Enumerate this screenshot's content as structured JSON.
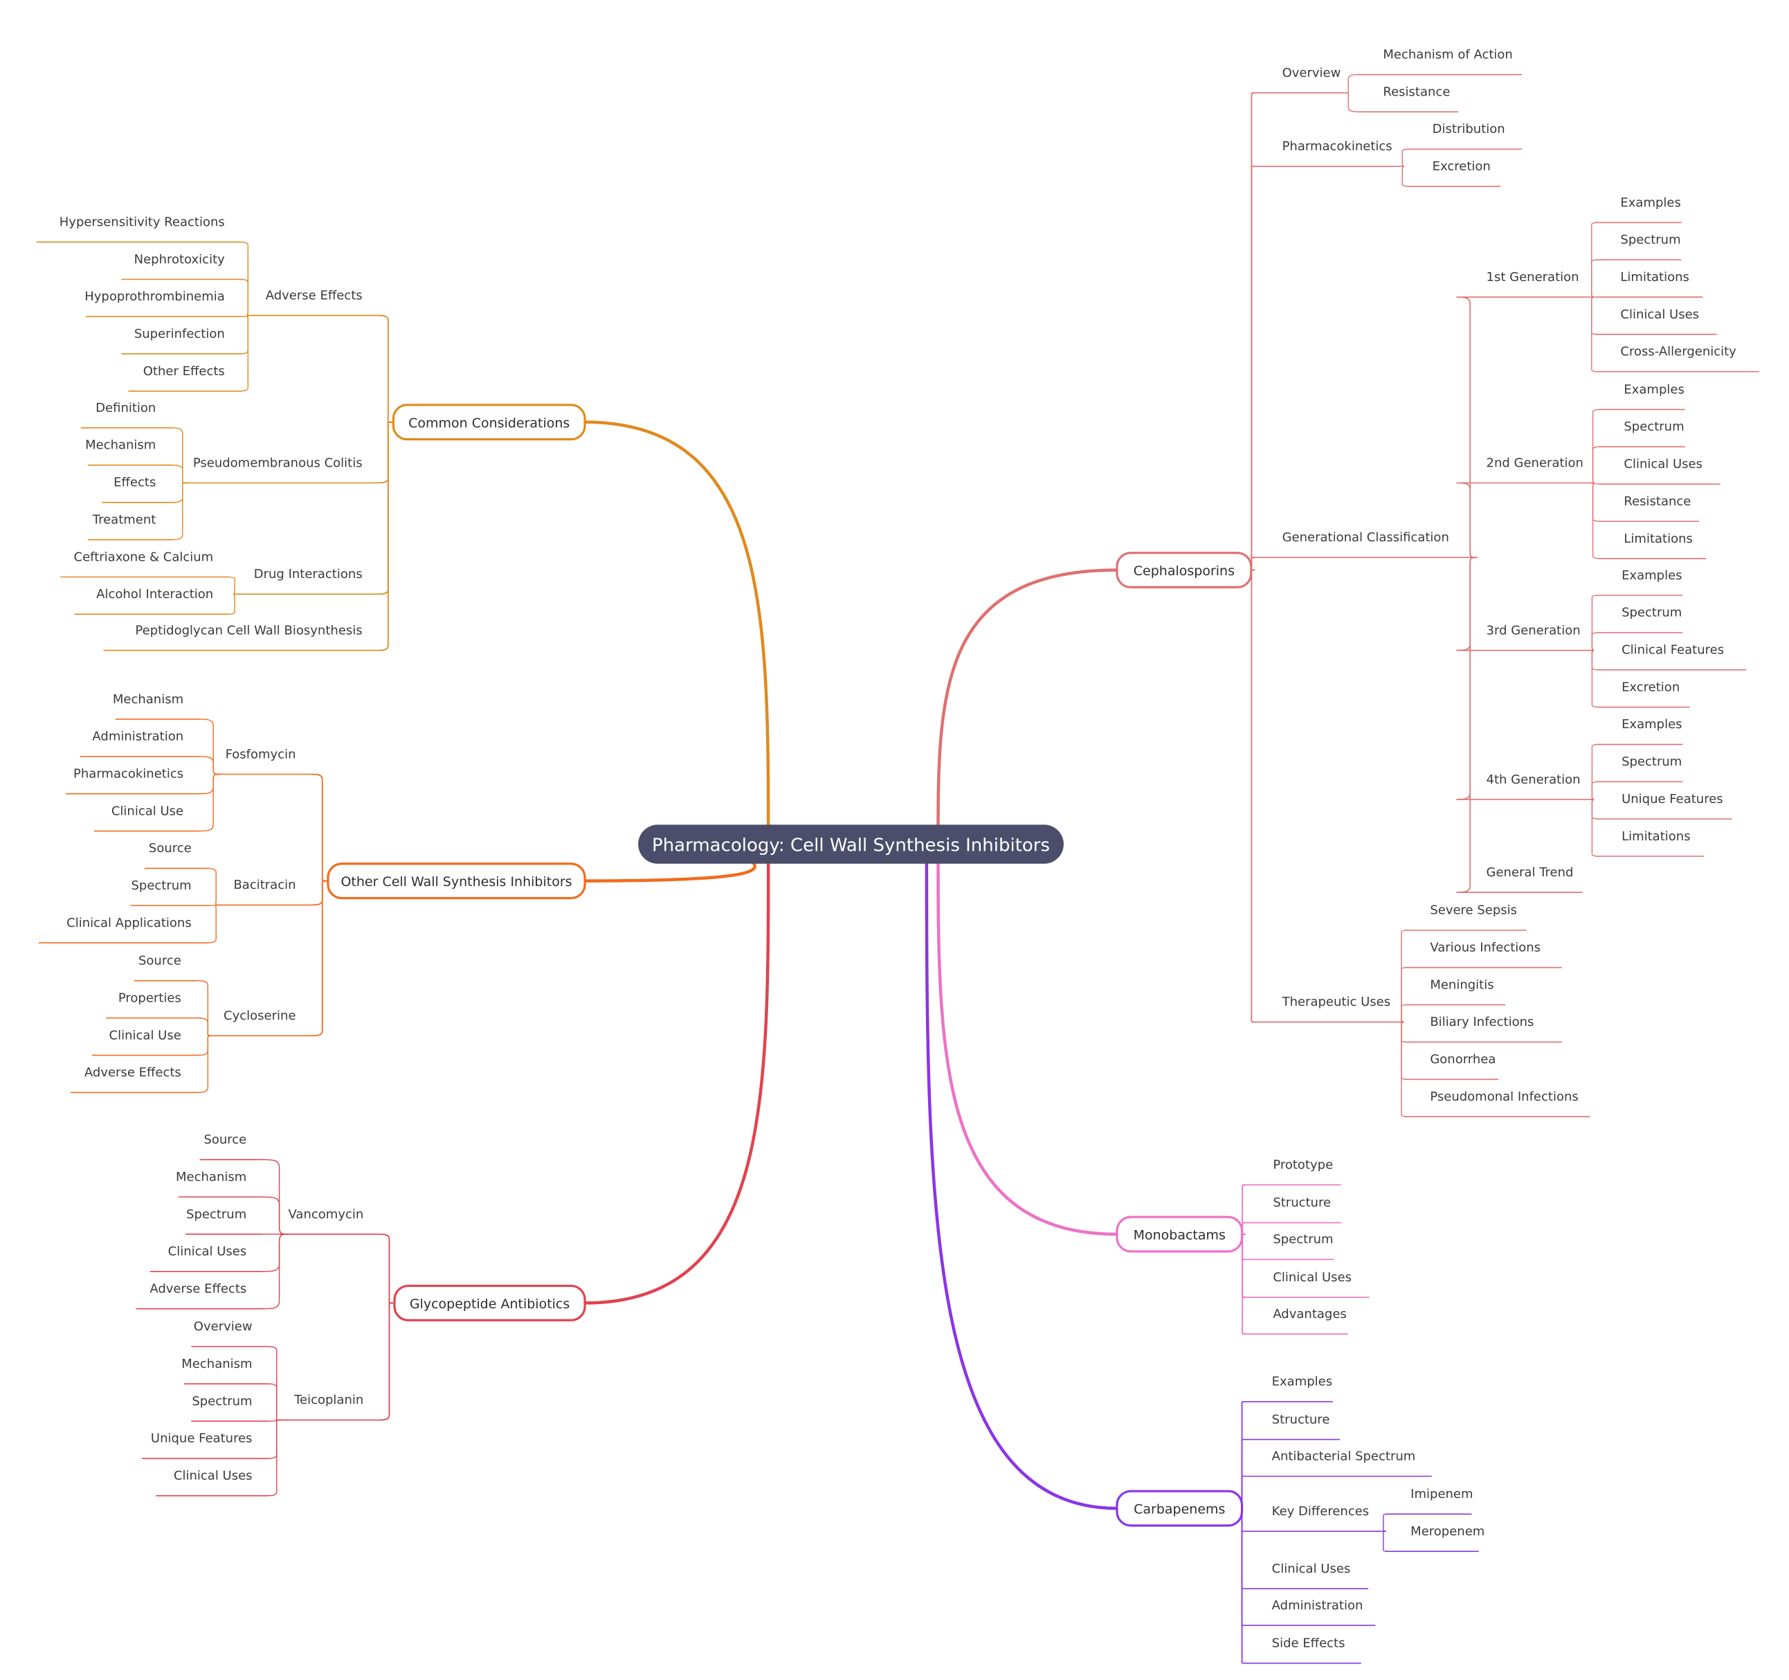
{
  "root": {
    "label": "Pharmacology: Cell Wall Synthesis Inhibitors",
    "color": "#4b4d6b"
  },
  "branches": [
    {
      "id": "common",
      "label": "Common Considerations",
      "color": "#e08a1e",
      "children": [
        {
          "label": "Adverse Effects",
          "children": [
            {
              "label": "Hypersensitivity Reactions"
            },
            {
              "label": "Nephrotoxicity"
            },
            {
              "label": "Hypoprothrombinemia"
            },
            {
              "label": "Superinfection"
            },
            {
              "label": "Other Effects"
            }
          ]
        },
        {
          "label": "Pseudomembranous Colitis",
          "children": [
            {
              "label": "Definition"
            },
            {
              "label": "Mechanism"
            },
            {
              "label": "Effects"
            },
            {
              "label": "Treatment"
            }
          ]
        },
        {
          "label": "Drug Interactions",
          "children": [
            {
              "label": "Ceftriaxone & Calcium"
            },
            {
              "label": "Alcohol Interaction"
            }
          ]
        },
        {
          "label": "Peptidoglycan Cell Wall Biosynthesis"
        }
      ]
    },
    {
      "id": "other",
      "label": "Other Cell Wall Synthesis Inhibitors",
      "color": "#f26b1d",
      "children": [
        {
          "label": "Fosfomycin",
          "children": [
            {
              "label": "Mechanism"
            },
            {
              "label": "Administration"
            },
            {
              "label": "Pharmacokinetics"
            },
            {
              "label": "Clinical Use"
            }
          ]
        },
        {
          "label": "Bacitracin",
          "children": [
            {
              "label": "Source"
            },
            {
              "label": "Spectrum"
            },
            {
              "label": "Clinical Applications"
            }
          ]
        },
        {
          "label": "Cycloserine",
          "children": [
            {
              "label": "Source"
            },
            {
              "label": "Properties"
            },
            {
              "label": "Clinical Use"
            },
            {
              "label": "Adverse Effects"
            }
          ]
        }
      ]
    },
    {
      "id": "glyco",
      "label": "Glycopeptide Antibiotics",
      "color": "#e0434f",
      "children": [
        {
          "label": "Vancomycin",
          "children": [
            {
              "label": "Source"
            },
            {
              "label": "Mechanism"
            },
            {
              "label": "Spectrum"
            },
            {
              "label": "Clinical Uses"
            },
            {
              "label": "Adverse Effects"
            }
          ]
        },
        {
          "label": "Teicoplanin",
          "children": [
            {
              "label": "Overview"
            },
            {
              "label": "Mechanism"
            },
            {
              "label": "Spectrum"
            },
            {
              "label": "Unique Features"
            },
            {
              "label": "Clinical Uses"
            }
          ]
        }
      ]
    },
    {
      "id": "ceph",
      "label": "Cephalosporins",
      "color": "#e07070",
      "children": [
        {
          "label": "Overview",
          "children": [
            {
              "label": "Mechanism of Action"
            },
            {
              "label": "Resistance"
            }
          ]
        },
        {
          "label": "Pharmacokinetics",
          "children": [
            {
              "label": "Distribution"
            },
            {
              "label": "Excretion"
            }
          ]
        },
        {
          "label": "Generational Classification",
          "children": [
            {
              "label": "1st Generation",
              "children": [
                {
                  "label": "Examples"
                },
                {
                  "label": "Spectrum"
                },
                {
                  "label": "Limitations"
                },
                {
                  "label": "Clinical Uses"
                },
                {
                  "label": "Cross-Allergenicity"
                }
              ]
            },
            {
              "label": "2nd Generation",
              "children": [
                {
                  "label": "Examples"
                },
                {
                  "label": "Spectrum"
                },
                {
                  "label": "Clinical Uses"
                },
                {
                  "label": "Resistance"
                },
                {
                  "label": "Limitations"
                }
              ]
            },
            {
              "label": "3rd Generation",
              "children": [
                {
                  "label": "Examples"
                },
                {
                  "label": "Spectrum"
                },
                {
                  "label": "Clinical Features"
                },
                {
                  "label": "Excretion"
                }
              ]
            },
            {
              "label": "4th Generation",
              "children": [
                {
                  "label": "Examples"
                },
                {
                  "label": "Spectrum"
                },
                {
                  "label": "Unique Features"
                },
                {
                  "label": "Limitations"
                }
              ]
            },
            {
              "label": "General Trend"
            }
          ]
        },
        {
          "label": "Therapeutic Uses",
          "children": [
            {
              "label": "Severe Sepsis"
            },
            {
              "label": "Various Infections"
            },
            {
              "label": "Meningitis"
            },
            {
              "label": "Biliary Infections"
            },
            {
              "label": "Gonorrhea"
            },
            {
              "label": "Pseudomonal Infections"
            }
          ]
        }
      ]
    },
    {
      "id": "mono",
      "label": "Monobactams",
      "color": "#ec72c6",
      "children": [
        {
          "label": "Prototype"
        },
        {
          "label": "Structure"
        },
        {
          "label": "Spectrum"
        },
        {
          "label": "Clinical Uses"
        },
        {
          "label": "Advantages"
        }
      ]
    },
    {
      "id": "carba",
      "label": "Carbapenems",
      "color": "#8a35e6",
      "children": [
        {
          "label": "Examples"
        },
        {
          "label": "Structure"
        },
        {
          "label": "Antibacterial Spectrum"
        },
        {
          "label": "Key Differences",
          "children": [
            {
              "label": "Imipenem"
            },
            {
              "label": "Meropenem"
            }
          ]
        },
        {
          "label": "Clinical Uses"
        },
        {
          "label": "Administration"
        },
        {
          "label": "Side Effects"
        }
      ]
    }
  ]
}
